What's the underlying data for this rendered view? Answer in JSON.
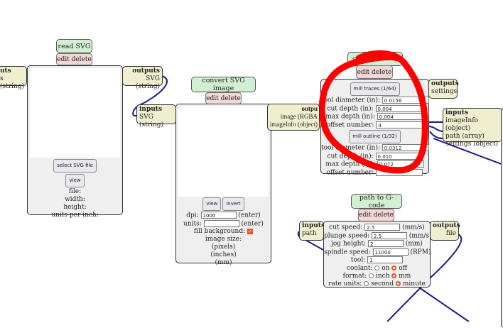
{
  "read_svg": {
    "title": "read SVG",
    "edit_delete": "edit delete",
    "inputs_label": "uts",
    "inputs_type": "s (string)",
    "outputs_label": "outputs",
    "outputs_type": "SVG (string)",
    "select_btn": "select SVG file",
    "view_btn": "view",
    "file": "file:",
    "width": "width:",
    "height": "height:",
    "units": "units per inch:"
  },
  "convert_svg": {
    "title": "convert SVG image",
    "edit_delete": "edit delete",
    "inputs_label": "inputs",
    "inputs_type": "SVG (string)",
    "outputs_label": "outpu",
    "outputs_1": "image (RGBA",
    "outputs_2": "imageInfo (object)",
    "view_btn": "view",
    "invert_btn": "invert",
    "dpi_label": "dpi:",
    "dpi_value": "1000",
    "units_label": "units:",
    "units_value": "",
    "enter": "(enter)",
    "fill_bg": "fill background:",
    "image_size": "image size:",
    "pixels": "(pixels)",
    "inches": "(inches)",
    "mm": "(mm)"
  },
  "set_pcb": {
    "title": "set",
    "edit_delete": "edit delete",
    "mill_traces": "mill traces (1/64)",
    "mill_outline": "mill outline (1/32)",
    "tool_diameter": "tool diameter (in):",
    "cut_depth": "cut depth (in):",
    "max_depth": "max depth (in):",
    "offset_number": "offset number:",
    "traces": {
      "tool_diameter": "0.0156",
      "cut_depth": "0.004",
      "max_depth": "0.004",
      "offset_number": "4"
    },
    "outline": {
      "tool_diameter": "0.0312",
      "cut_depth": "0.010",
      "max_depth": "0.072",
      "offset_number": ""
    },
    "outputs_label": "outputs",
    "outputs_type": "settings"
  },
  "right_inputs": {
    "label": "inputs",
    "t1": "imageInfo (object)",
    "t2": "path (array)",
    "t3": "settings (object)"
  },
  "gcode": {
    "title": "path to G-code",
    "edit_delete": "edit delete",
    "inputs_label": "inputs",
    "inputs_type": "path",
    "outputs_label": "outputs",
    "outputs_type": "file",
    "cut_speed": "cut speed:",
    "cut_speed_value": "2.5",
    "plunge_speed": "plunge speed:",
    "plunge_speed_value": "2.5",
    "mms": "(mm/s)",
    "jog_height": "jog height:",
    "jog_height_value": "2",
    "mm": "(mm)",
    "spindle_speed": "spindle speed:",
    "spindle_speed_value": "11000",
    "rpm": "(RPM)",
    "tool": "tool:",
    "tool_value": "1",
    "coolant": "coolant:",
    "on": "on",
    "off": "off",
    "format": "format:",
    "inch": "inch",
    "mm_opt": "mm",
    "rate_units": "rate units:",
    "second": "second",
    "minute": "minute"
  },
  "colors": {
    "wire": "#1a1a8c",
    "annotation": "#ff0000"
  }
}
